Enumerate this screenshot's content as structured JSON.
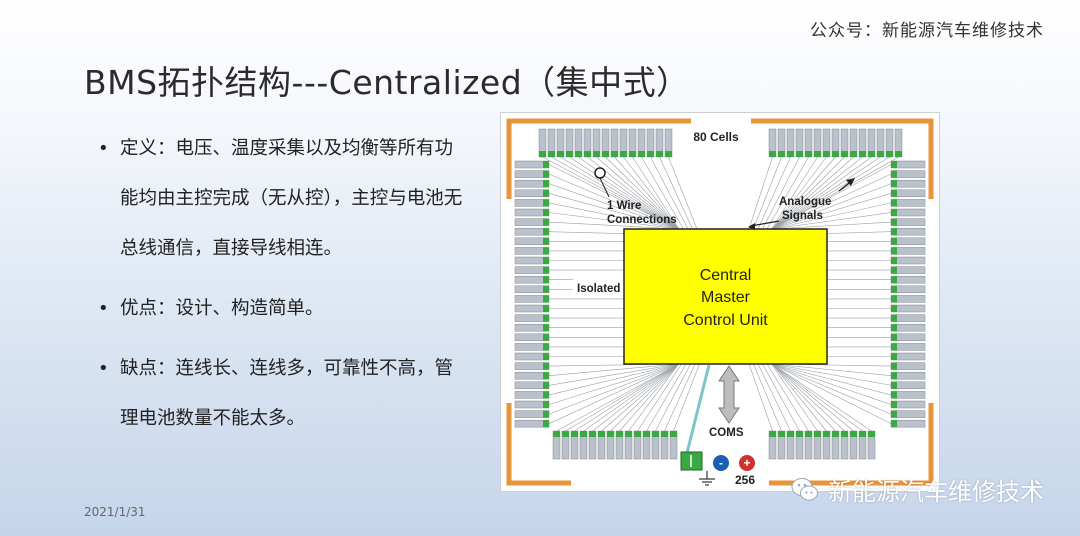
{
  "header": {
    "account_note": "公众号：新能源汽车维修技术"
  },
  "slide": {
    "title": "BMS拓扑结构---Centralized（集中式）",
    "bullets": [
      "定义：电压、温度采集以及均衡等所有功能均由主控完成（无从控），主控与电池无总线通信，直接导线相连。",
      "优点：设计、构造简单。",
      "缺点：连线长、连线多，可靠性不高，管理电池数量不能太多。"
    ],
    "date": "2021/1/31"
  },
  "diagram": {
    "top_label": "80 Cells",
    "wire_label_line1": "1 Wire",
    "wire_label_line2": "Connections",
    "analogue_line1": "Analogue",
    "analogue_line2": "Signals",
    "isolated_label": "Isolated",
    "unit_line1": "Central",
    "unit_line2": "Master",
    "unit_line3": "Control Unit",
    "coms_label": "COMS",
    "voltage_label": "256",
    "minus_sign": "-",
    "plus_sign": "+",
    "colors": {
      "unit_fill": "#ffff00",
      "cell_green": "#3aa843",
      "cell_gray": "#b9c1cd",
      "bus_orange": "#e8943a",
      "wire_gray": "#9aa0a6"
    }
  },
  "watermark": {
    "text": "新能源汽车维修技术",
    "logo_icon": "wechat-icon"
  }
}
